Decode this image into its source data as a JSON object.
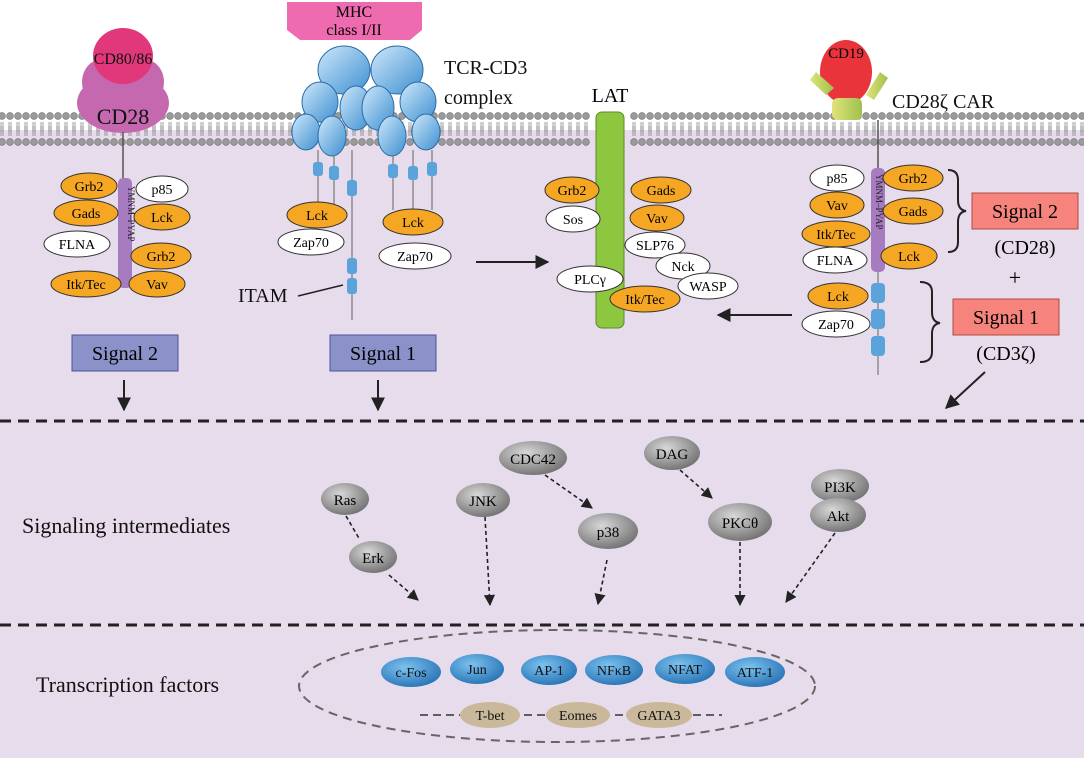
{
  "colors": {
    "cytoplasm": "#e6dcec",
    "membrane_head": "#9a9a9a",
    "orange": "#f5a623",
    "white_node": "#ffffff",
    "signal_box": "#8a92c9",
    "car_signal_box": "#f6837c",
    "lat_green": "#8dc63f",
    "tcr_blue": "#5ba3db",
    "mhc_pink": "#ee6bb0",
    "cd28_purple": "#c568b0",
    "cd80_pink": "#e0387a",
    "cd19_red": "#e8343a",
    "itam_purple": "#a77bc0",
    "grey_node": "#7e7e7e",
    "tf_blue": "#3a8ccb",
    "tf_tan": "#c9b99a"
  },
  "receptors": {
    "cd80_label": "CD80/86",
    "cd28_label": "CD28",
    "mhc_line1": "MHC",
    "mhc_line2": "class I/II",
    "tcr_line1": "TCR-CD3",
    "tcr_line2": "complex",
    "lat_label": "LAT",
    "cd19_label": "CD19",
    "car_label": "CD28ζ CAR"
  },
  "cd28_nodes": {
    "grb2_a": "Grb2",
    "gads": "Gads",
    "flna": "FLNA",
    "itk": "Itk/Tec",
    "p85": "p85",
    "lck": "Lck",
    "grb2_b": "Grb2",
    "vav": "Vav",
    "motif": "YMNM–PYAP"
  },
  "tcr_nodes": {
    "lck_a": "Lck",
    "zap_a": "Zap70",
    "lck_b": "Lck",
    "zap_b": "Zap70",
    "itam": "ITAM"
  },
  "lat_nodes": {
    "grb2": "Grb2",
    "gads": "Gads",
    "sos": "Sos",
    "vav": "Vav",
    "slp76": "SLP76",
    "nck": "Nck",
    "plc": "PLCγ",
    "wasp": "WASP",
    "itk": "Itk/Tec"
  },
  "car_nodes": {
    "p85": "p85",
    "grb2": "Grb2",
    "vav": "Vav",
    "gads": "Gads",
    "itk": "Itk/Tec",
    "flna": "FLNA",
    "lck_a": "Lck",
    "lck_b": "Lck",
    "zap": "Zap70",
    "motif": "YMNM–PYAP"
  },
  "signals": {
    "cd28_signal": "Signal 2",
    "tcr_signal": "Signal 1",
    "car_signal2": "Signal 2",
    "car_signal2_sub": "(CD28)",
    "plus": "+",
    "car_signal1": "Signal 1",
    "car_signal1_sub": "(CD3ζ)"
  },
  "intermediates": {
    "section_label": "Signaling intermediates",
    "ras": "Ras",
    "erk": "Erk",
    "jnk": "JNK",
    "cdc42": "CDC42",
    "p38": "p38",
    "dag": "DAG",
    "pkc": "PKCθ",
    "pi3k": "PI3K",
    "akt": "Akt"
  },
  "transcription": {
    "section_label": "Transcription factors",
    "cfos": "c-Fos",
    "jun": "Jun",
    "ap1": "AP-1",
    "nfkb": "NFκB",
    "nfat": "NFAT",
    "atf1": "ATF-1",
    "tbet": "T-bet",
    "eomes": "Eomes",
    "gata3": "GATA3"
  }
}
